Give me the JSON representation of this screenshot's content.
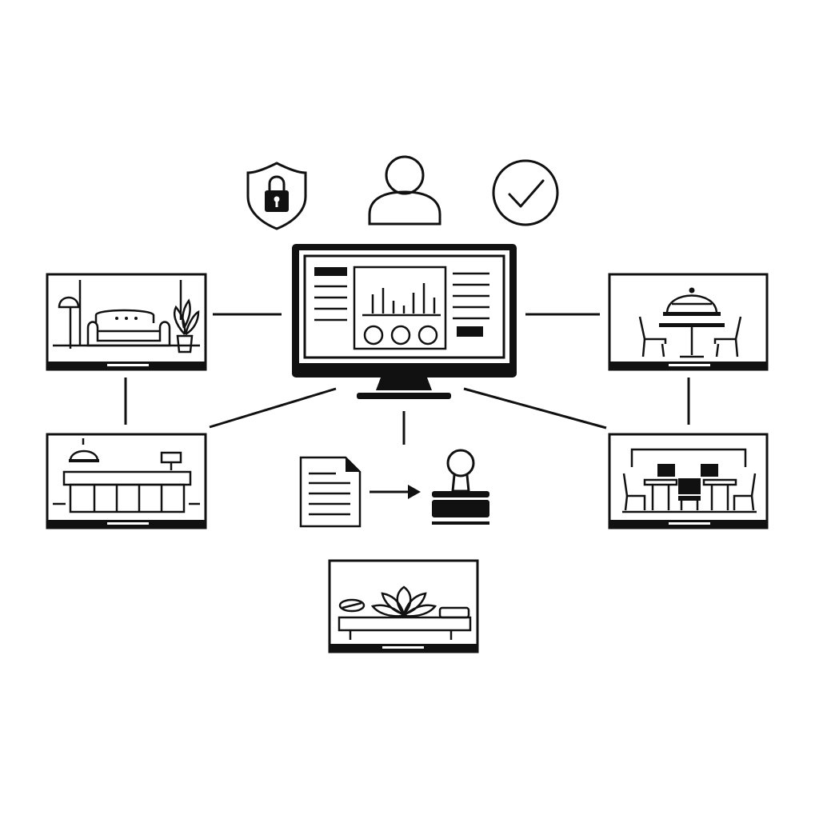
{
  "diagram": {
    "background": "#ffffff",
    "ink": "#111111",
    "hub": {
      "icon": "monitor-dashboard-icon"
    },
    "status_icons": [
      "shield-lock-icon",
      "user-icon",
      "check-circle-icon"
    ],
    "nodes": [
      {
        "id": "lounge",
        "icon": "lounge-sofa-icon"
      },
      {
        "id": "reception",
        "icon": "reception-desk-icon"
      },
      {
        "id": "dining",
        "icon": "dining-table-icon"
      },
      {
        "id": "workspace",
        "icon": "workspace-desks-icon"
      },
      {
        "id": "spa",
        "icon": "spa-lotus-icon"
      }
    ],
    "flow": {
      "from_icon": "document-icon",
      "arrow_icon": "arrow-right-icon",
      "to_icon": "stamp-icon"
    }
  }
}
